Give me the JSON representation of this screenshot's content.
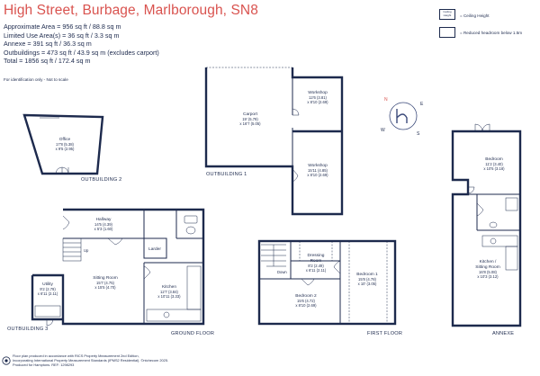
{
  "header": {
    "title": "High Street, Burbage, Marlborough, SN8",
    "areas": [
      "Approximate Area = 956  sq ft / 88.8  sq m",
      "Limited Use Area(s) = 36 sq ft / 3.3  sq m",
      "Annexe = 391 sq ft / 36.3  sq m",
      "Outbuildings = 473 sq ft / 43.9  sq m (excludes carport)",
      "Total = 1856 sq ft / 172.4 sq m"
    ],
    "note": "For identification only - Not to scale"
  },
  "legend": {
    "ceiling_symbol_text": "Ceiling Height",
    "ceiling_label": "= Ceiling Height",
    "headroom_label": "= Reduced headroom below 1.5m"
  },
  "floors": {
    "outbuilding2": "OUTBUILDING 2",
    "outbuilding1": "OUTBUILDING 1",
    "outbuilding3": "OUTBUILDING 3",
    "ground": "GROUND FLOOR",
    "first": "FIRST FLOOR",
    "annexe": "ANNEXE"
  },
  "rooms": {
    "office": {
      "name": "Office",
      "d1": "17'8 (5.38)",
      "d2": "x 9'5 (2.95)"
    },
    "carport": {
      "name": "Carport",
      "d1": "19' (5.79)",
      "d2": "x 16'7 (5.05)"
    },
    "workshop1": {
      "name": "Workshop",
      "d1": "12'6 (3.81)",
      "d2": "x 8'10 (2.69)"
    },
    "workshop2": {
      "name": "Workshop",
      "d1": "15'11 (4.85)",
      "d2": "x 8'10 (2.69)"
    },
    "hallway": {
      "name": "Hallway",
      "d1": "14'5 (4.39)",
      "d2": "x 5'3 (1.60)"
    },
    "sitting": {
      "name": "Sitting Room",
      "d1": "15'7 (4.75)",
      "d2": "x 15'5 (4.70)"
    },
    "larder": {
      "name": "Larder"
    },
    "kitchen": {
      "name": "Kitchen",
      "d1": "12'7 (3.84)",
      "d2": "x 10'11 (3.33)"
    },
    "utility": {
      "name": "Utility",
      "d1": "9'2 (2.79)",
      "d2": "x 6'11 (2.11)"
    },
    "dressing": {
      "name": "Dressing",
      "name2": "Room",
      "d1": "8'2 (2.49)",
      "d2": "x 6'11 (2.11)"
    },
    "bedroom1": {
      "name": "Bedroom 1",
      "d1": "15'8 (4.78)",
      "d2": "x 10' (3.05)"
    },
    "bedroom2": {
      "name": "Bedroom 2",
      "d1": "15'6 (4.72)",
      "d2": "x 8'10 (2.69)"
    },
    "annexe_bedroom": {
      "name": "Bedroom",
      "d1": "11'2 (3.40)",
      "d2": "x 10'5 (3.18)"
    },
    "annexe_kitchen": {
      "name": "Kitchen /",
      "name2": "Sitting Room",
      "d1": "16'8 (5.08)",
      "d2": "x 10'3 (3.12)"
    }
  },
  "markers": {
    "up": "Up",
    "down": "Down"
  },
  "compass": {
    "n": "N",
    "e": "E",
    "s": "S",
    "w": "W"
  },
  "footer": [
    "Floor plan produced in accordance with RICS Property Measurement 2nd Edition,",
    "Incorporating International Property Measurement Standards (IPMS2 Residential). ©ntchecom 2025.",
    "Produced for Hamptons.  REF: 1298293"
  ],
  "colors": {
    "title": "#d9534f",
    "ink": "#1d2a4d",
    "accent": "#3b4a7a"
  }
}
